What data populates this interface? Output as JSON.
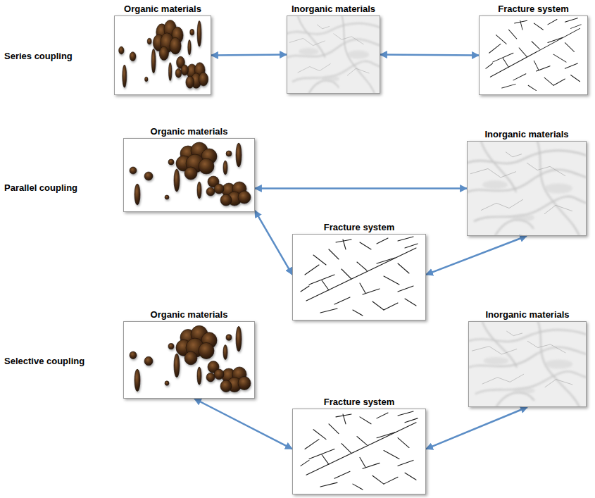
{
  "diagram": {
    "nodes": [
      {
        "text": [
          "Organic materials"
        ]
      },
      {
        "text": [
          "Inorganic materials"
        ]
      },
      {
        "text": [
          "Fracture system"
        ]
      },
      {
        "text": [
          "Organic materials"
        ]
      },
      {
        "text": [
          "Inorganic materials"
        ]
      },
      {
        "text": [
          "Fracture system"
        ]
      },
      {
        "text": [
          "Organic materials"
        ]
      },
      {
        "text": [
          "Inorganic materials"
        ]
      },
      {
        "text": [
          "Fracture system"
        ]
      }
    ],
    "edges": [
      {
        "from": 0,
        "to": 1,
        "arrow": "both"
      },
      {
        "from": 1,
        "to": 2,
        "arrow": "both"
      },
      {
        "from": 3,
        "to": 4,
        "arrow": "both"
      },
      {
        "from": 3,
        "to": 5,
        "arrow": "both"
      },
      {
        "from": 5,
        "to": 4,
        "arrow": "both"
      },
      {
        "from": 6,
        "to": 8,
        "arrow": "both"
      },
      {
        "from": 8,
        "to": 7,
        "arrow": "both"
      }
    ],
    "labels": [
      "Series coupling",
      "Parallel coupling",
      "Selective coupling"
    ]
  }
}
